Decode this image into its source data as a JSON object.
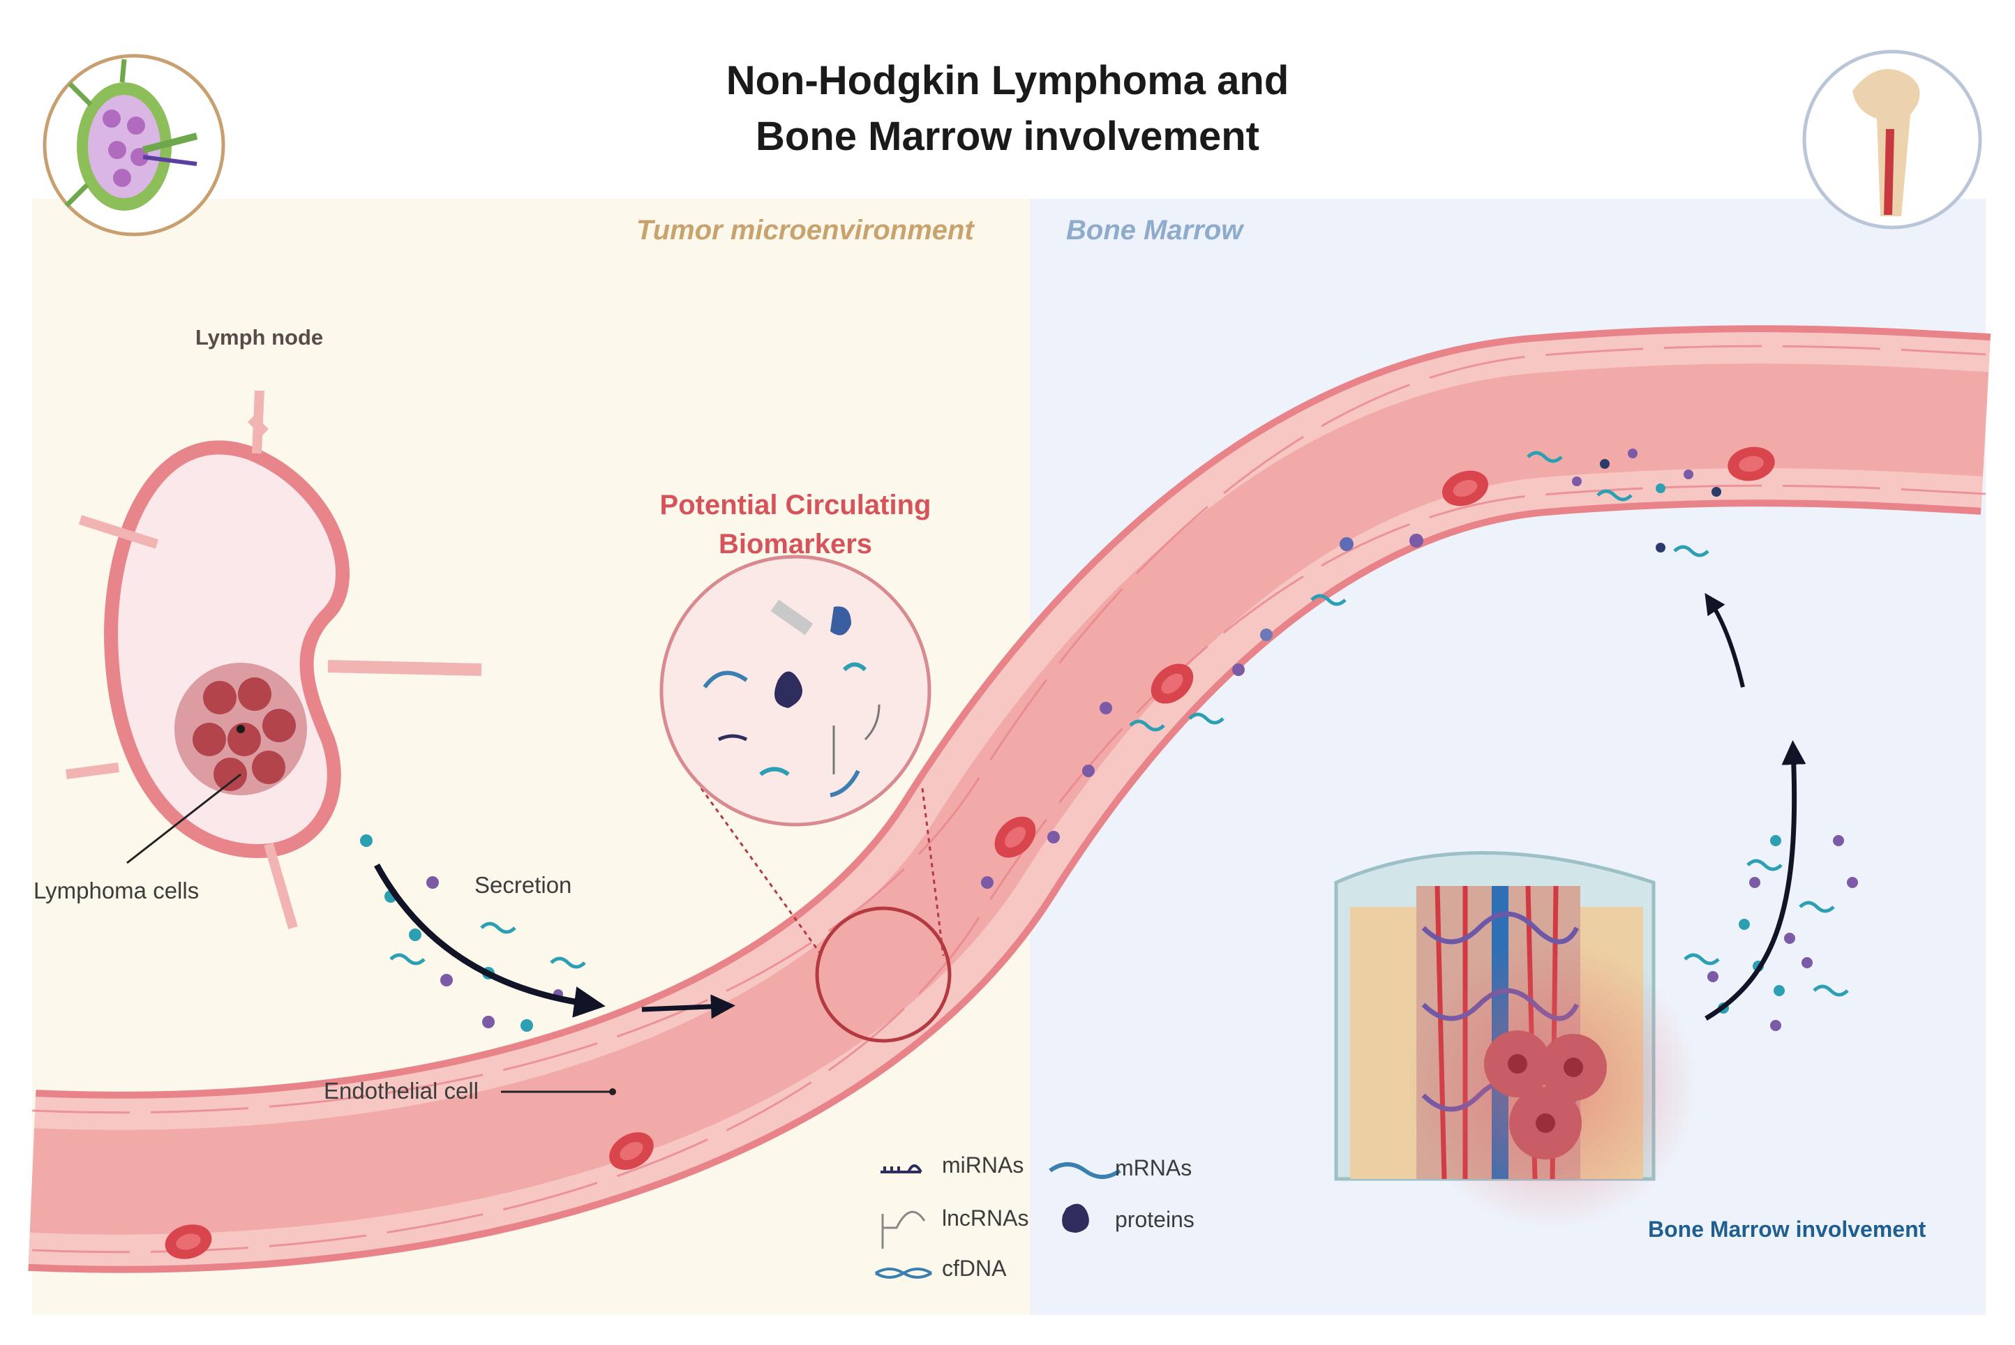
{
  "title": {
    "line1": "Non-Hodgkin Lymphoma and",
    "line2": "Bone Marrow involvement"
  },
  "panels": {
    "left": "Tumor microenvironment",
    "right": "Bone Marrow"
  },
  "labels": {
    "lymph_node": "Lymph node",
    "lymphoma_cells": "Lymphoma cells",
    "secretion": "Secretion",
    "endothelial_cell": "Endothelial cell",
    "biomarkers_line1": "Potential Circulating",
    "biomarkers_line2": "Biomarkers",
    "bone_marrow_involvement": "Bone Marrow involvement"
  },
  "legend": {
    "mirnas": "miRNAs",
    "mrnas": "mRNAs",
    "lncrnas": "lncRNAs",
    "proteins": "proteins",
    "cfdna": "cfDNA"
  },
  "colors": {
    "left_panel_bg": "#fdf8ec",
    "right_panel_bg": "#eef3fb",
    "tumor_label": "#c9a36e",
    "bone_marrow_label": "#8eabcc",
    "vessel": "#f2aaa8",
    "vessel_wall": "#e8838a",
    "biomarker_title": "#d5535b",
    "bmi_label": "#1f5f8f"
  },
  "icons": [
    "lymph-node-icon",
    "femur-bone-icon"
  ]
}
